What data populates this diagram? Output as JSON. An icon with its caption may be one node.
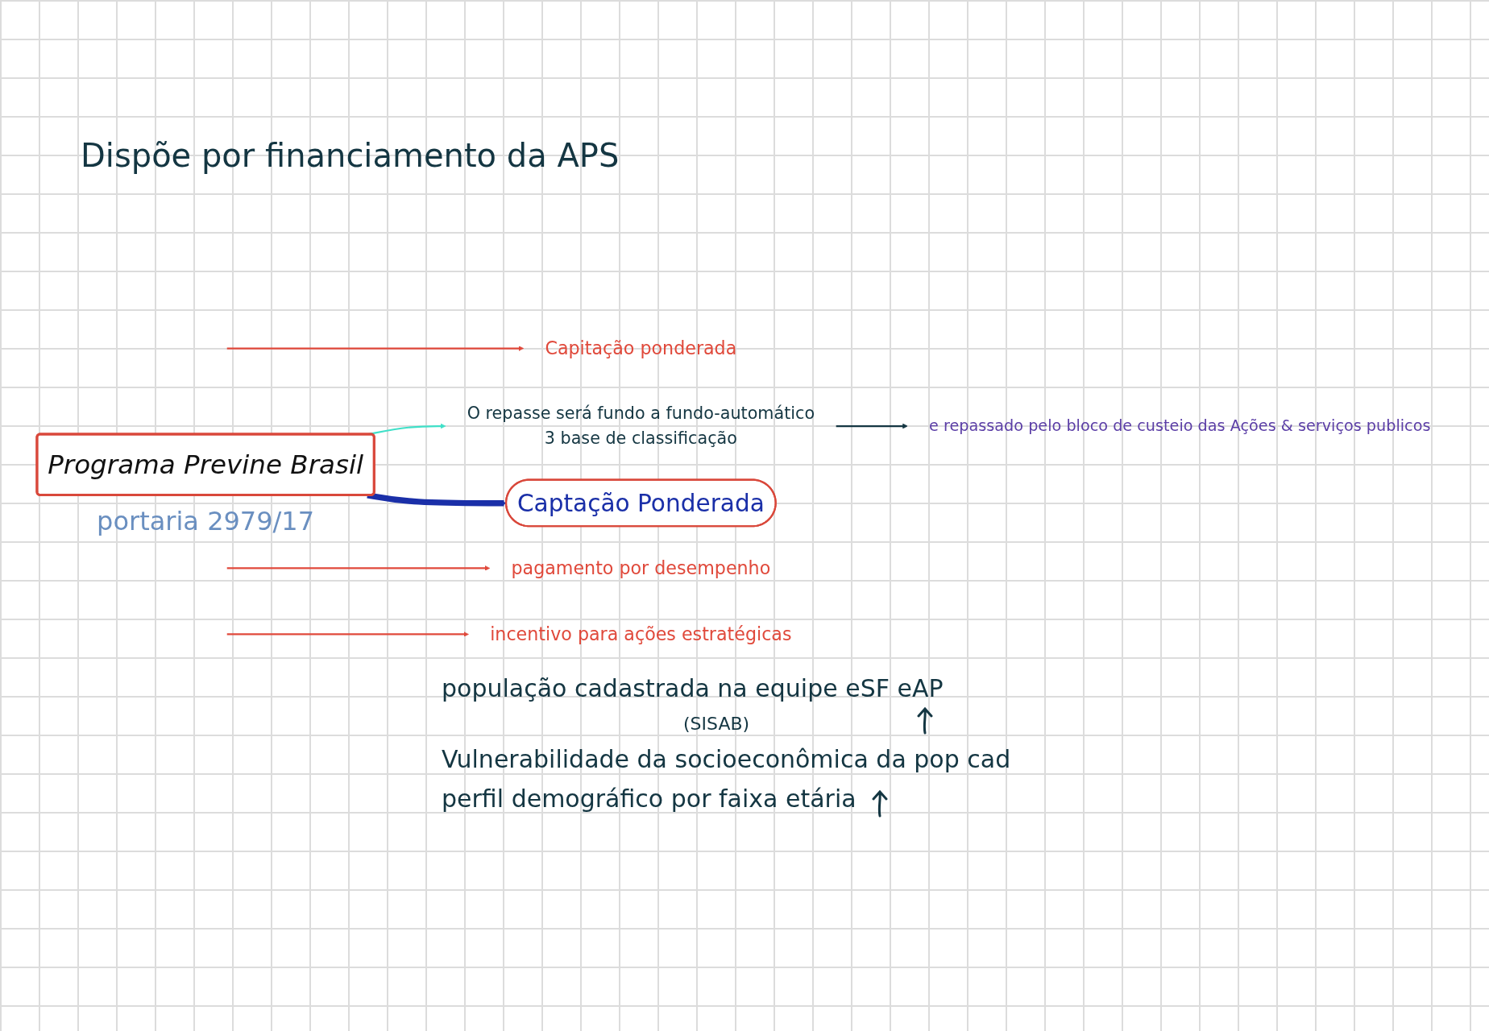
{
  "diagram": {
    "nodes": [
      {
        "text": [
          "Programa Previne Brasil"
        ],
        "beside": [
          "portaria 2979/17"
        ]
      },
      {
        "text": [
          "O repasse será fundo a fundo-automático",
          "3 base de classificação"
        ]
      },
      {
        "text": [
          "e repassado pelo bloco de custeio das Ações & serviços publicos"
        ]
      },
      {
        "text": [
          "Capitação ponderada"
        ]
      },
      {
        "text": [
          "pagamento por desempenho"
        ]
      },
      {
        "text": [
          "incentivo para ações estratégicas"
        ]
      },
      {
        "text": [
          "Captação Ponderada"
        ]
      }
    ],
    "edges": [
      {
        "from": 0,
        "to": 1,
        "arrow": "to",
        "color": "#3fe0c8"
      },
      {
        "from": 1,
        "to": 2,
        "arrow": "to",
        "color": "#143642"
      },
      {
        "from": null,
        "to": 3,
        "arrow": "to",
        "color": "#e0493b"
      },
      {
        "from": null,
        "to": 4,
        "arrow": "to",
        "color": "#e0493b"
      },
      {
        "from": null,
        "to": 5,
        "arrow": "to",
        "color": "#e0493b"
      },
      {
        "from": 0,
        "to": 6,
        "arrow": "to",
        "style": "thick",
        "color": "#1a2fa8"
      }
    ],
    "labels": [
      "Dispõe por financiamento da APS",
      "população cadastrada na equipe eSF eAP",
      "(SISAB)",
      "Vulnerabilidade da socioeconômica da pop cad",
      "perfil demográfico por faixa etária"
    ]
  }
}
